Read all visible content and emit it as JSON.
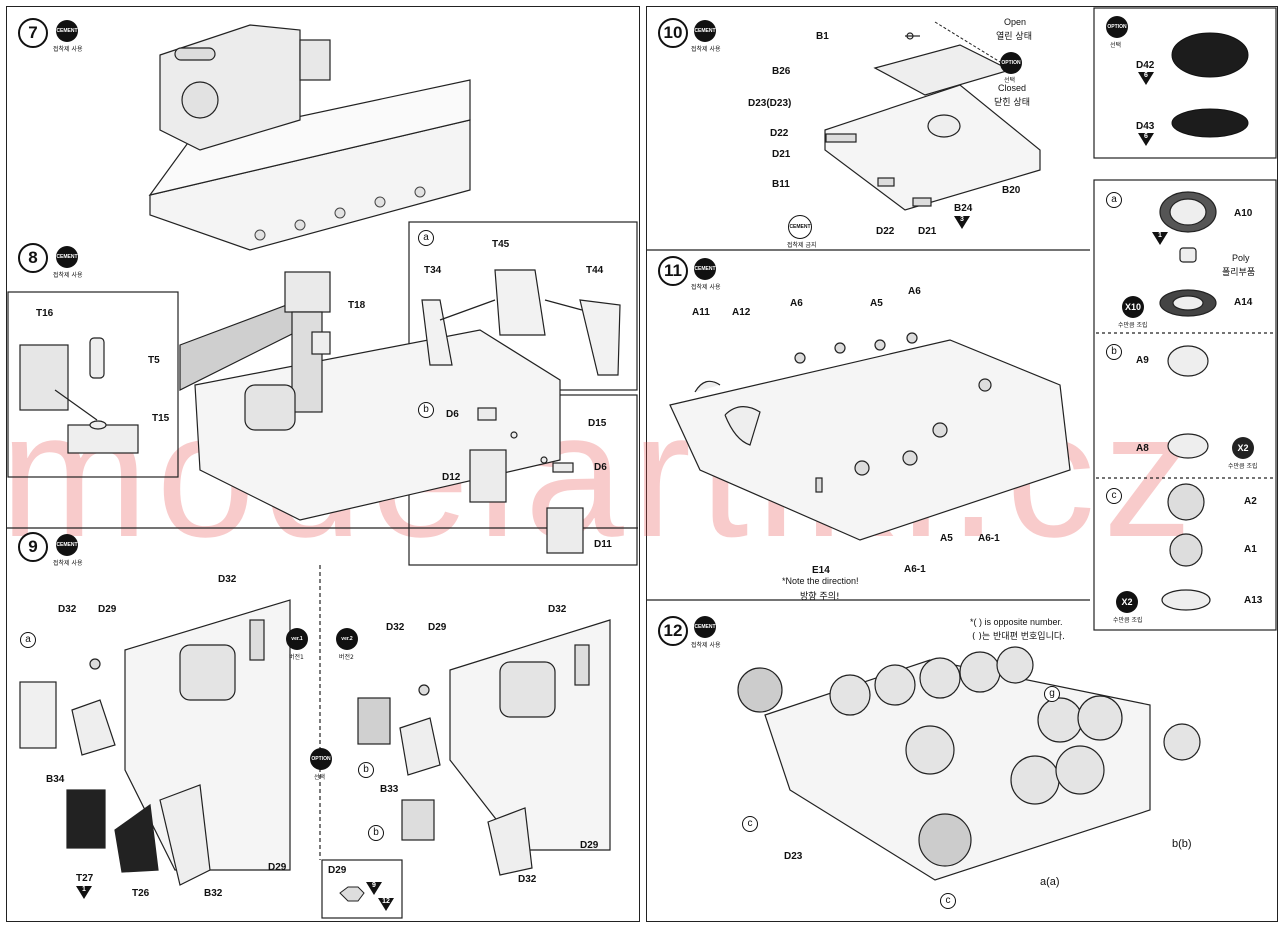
{
  "steps": {
    "s7": "7",
    "s8": "8",
    "s9": "9",
    "s10": "10",
    "s11": "11",
    "s12": "12"
  },
  "badges": {
    "cement": "CEMENT",
    "cement_caption": "접착제 사용",
    "no_cement_caption": "접착제 금지",
    "option": "OPTION",
    "option_caption": "선택",
    "ver1": "ver.1",
    "ver1_caption": "버전1",
    "ver2": "ver.2",
    "ver2_caption": "버전2",
    "x10": "X10",
    "x2": "X2",
    "x_caption": "수만큼 조립"
  },
  "step7": {},
  "step8": {
    "labels": {
      "t16": "T16",
      "t5": "T5",
      "t15": "T15",
      "t18": "T18"
    },
    "panel_a": {
      "marker": "a",
      "t34": "T34",
      "t45": "T45",
      "t44": "T44"
    },
    "panel_b": {
      "marker": "b",
      "d6a": "D6",
      "d15": "D15",
      "d6b": "D6",
      "d12": "D12",
      "d11": "D11"
    }
  },
  "step9": {
    "left": {
      "marker": "a",
      "d32": "D32",
      "d29": "D29",
      "d32top": "D32",
      "b34": "B34",
      "t27": "T27",
      "t27_tri": "1",
      "t26": "T26",
      "b32": "B32",
      "d29b": "D29"
    },
    "right": {
      "d32": "D32",
      "d29": "D29",
      "d32top": "D32",
      "b_marker1": "b",
      "b33": "B33",
      "b_marker2": "b",
      "d32b": "D32",
      "d29b": "D29"
    },
    "inset": {
      "title": "D29",
      "tri9": "9",
      "tri12": "12"
    }
  },
  "step10": {
    "b1": "B1",
    "b26": "B26",
    "d23": "D23(D23)",
    "d22a": "D22",
    "d21a": "D21",
    "b11": "B11",
    "d22b": "D22",
    "d21b": "D21",
    "b24": "B24",
    "b24_tri": "3",
    "b20": "B20",
    "open_en": "Open",
    "open_kr": "열린 상태",
    "closed_en": "Closed",
    "closed_kr": "닫힌 상태"
  },
  "options": {
    "d42": "D42",
    "d42_tri": "6",
    "d43": "D43",
    "d43_tri": "6"
  },
  "subassembly": {
    "a": {
      "marker": "a",
      "a10": "A10",
      "tri": "1",
      "poly_en": "Poly",
      "poly_kr": "폴리부품",
      "a14": "A14"
    },
    "b": {
      "marker": "b",
      "a9": "A9",
      "a8": "A8"
    },
    "c": {
      "marker": "c",
      "a2": "A2",
      "a1": "A1",
      "a13": "A13"
    }
  },
  "step11": {
    "a11": "A11",
    "a12": "A12",
    "a6a": "A6",
    "a5a": "A5",
    "a6b": "A6",
    "e14": "E14",
    "note_en": "*Note the direction!",
    "note_kr": "방향 주의!",
    "a61a": "A6-1",
    "a5b": "A5",
    "a61b": "A6-1"
  },
  "step12": {
    "note_en": "*(   ) is opposite number.",
    "note_kr": "(   )는 반대편 번호입니다.",
    "g": "g",
    "c1": "c",
    "d23": "D23",
    "c2": "c",
    "aa": "a(a)",
    "bb": "b(b)"
  },
  "watermark": "modelartikl.cz"
}
